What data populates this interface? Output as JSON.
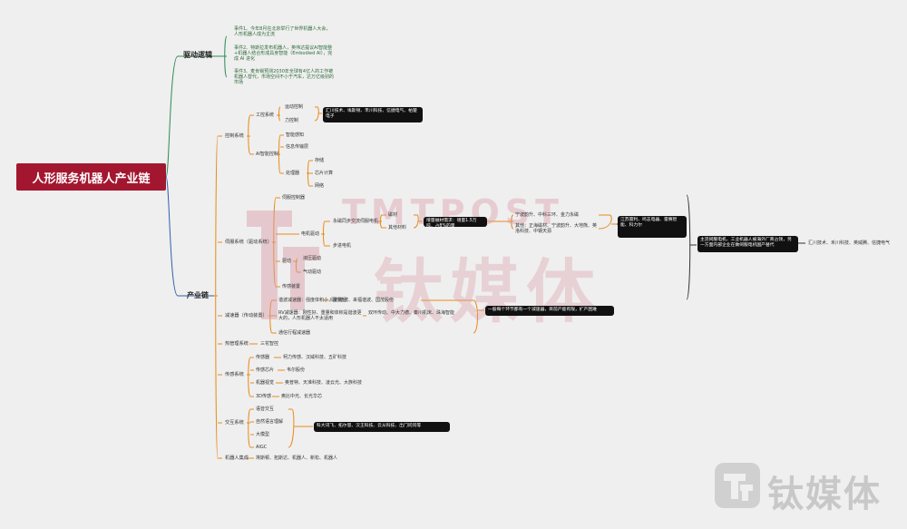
{
  "root": "人形服务机器人产业链",
  "branch_drive": {
    "label": "驱动逻辑",
    "events": [
      "事件1、今年8月在北京举行了世界机器人大会，人形机器人成为主流",
      "事件2、特斯拉发布机器人，英伟达提议AI智能整+机器人结合形成具身智能（Embodied AI），完成 AI 进化",
      "事件3、麦肯锡预测2030年全球有4亿人的工作被机器人替代，市场空间不小于汽车，达万亿级别的市场"
    ]
  },
  "branch_chain": {
    "label": "产业链",
    "control": {
      "label": "控制系统",
      "industrial": "工控系统",
      "motion": "运动控制",
      "force": "力控制",
      "ctrl_box": "汇川技术、埃斯顿、禾川科技、信捷电气、柏楚电子",
      "ai": "AI智能控制",
      "perception": "智能感知",
      "info": "信息传输层",
      "processor": "处理器",
      "storage": "存储",
      "chip": "芯片计算",
      "network": "网络"
    },
    "servo": {
      "label": "伺服系统（驱动系统）",
      "driver": "伺服控制器",
      "motor": "电机驱动",
      "ac_motor": "永磁同步交流伺服电机",
      "magnet": "磁材",
      "other_mat": "其他材料",
      "demand_box": "增量磁材需求：增量1.5万吨，占8%的量",
      "magnet_companies": "宁波韵升、中科三环、金力永磁",
      "other_companies": "其他：正海磁材、宁波韵升、大地熊、英洛科技、中钢天源",
      "step_motor": "步进电机",
      "drive": "驱动",
      "hydraulic": "液压驱动",
      "pneumatic": "气动驱动",
      "sensor_dev": "传感装置",
      "motor_box": "江苏雷利、鸣志电器、雷赛智能、科力尔",
      "right_box": "主流伺服电机、工业机器人被海外厂商占领，另一方面内部企业在做伺服电机国产替代",
      "right_companies": "汇川技术、禾川科技、英威腾、信捷电气"
    },
    "reducer": {
      "label": "减速器（传动装置）",
      "harmonic": "谐波减速器：强度体积小，重量轻",
      "harmonic_co": "绿的谐波、来福谐波、国茂股份",
      "rv": "RV减速器：刚性好、重量和体积是谐波更大的，人形机器人不太适用",
      "rv_co": "双环传动、中大力德、秦川机床、珠海智能",
      "planet": "通信行程减速器",
      "box": "一般每个环节都有一个减速器，目前产能有限，扩产困难"
    },
    "bms": {
      "label": "热管理系统",
      "co": "三花智控"
    },
    "sensing": {
      "label": "传感系统",
      "sensor": "传感器",
      "sensor_co": "柯力传感、汉威科技、五矿科技",
      "chip": "传感芯片",
      "chip_co": "韦尔股份",
      "vision": "机器视觉",
      "vision_co": "奥普特、天准科技、凌云光、大族科技",
      "d3": "3D传感",
      "d3_co": "奥比中光、长光华芯"
    },
    "interaction": {
      "label": "交互系统",
      "voice": "语音交互",
      "nlp": "自然语言理解",
      "model": "大模型",
      "agi": "AIGC",
      "box": "科大讯飞、拓尔思、汉王科技、云从科技、出门问问等"
    },
    "integration": {
      "label": "机器人集成",
      "co": "埃斯顿、拓斯达、机器人、新松、机器人"
    }
  },
  "watermark": {
    "brand": "钛媒体",
    "latin": "TMTPOST"
  }
}
